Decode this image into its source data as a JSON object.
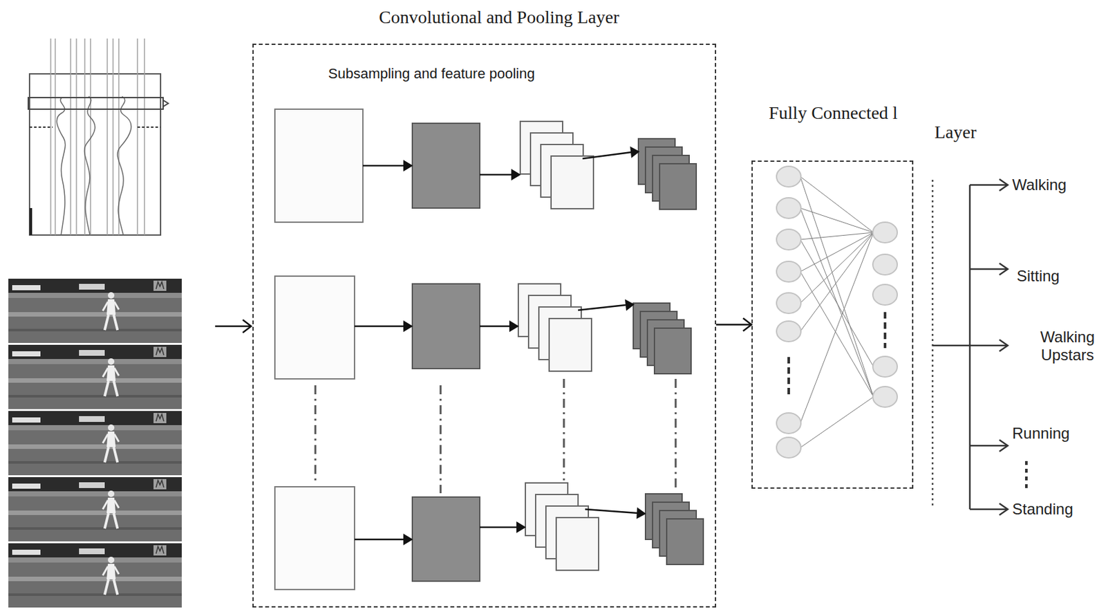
{
  "diagram": {
    "nodes": [
      {
        "text": [
          "Convolutional and Pooling Layer",
          "Subsampling and feature pooling"
        ]
      },
      {
        "text": [
          "Fully Connected l",
          "Layer"
        ]
      }
    ],
    "edges": [
      {
        "from": 0,
        "to": 1,
        "arrow": "to"
      }
    ],
    "labels": [
      "Walking",
      "Sitting",
      "Walking Upstars",
      "Running",
      "Standing"
    ]
  }
}
